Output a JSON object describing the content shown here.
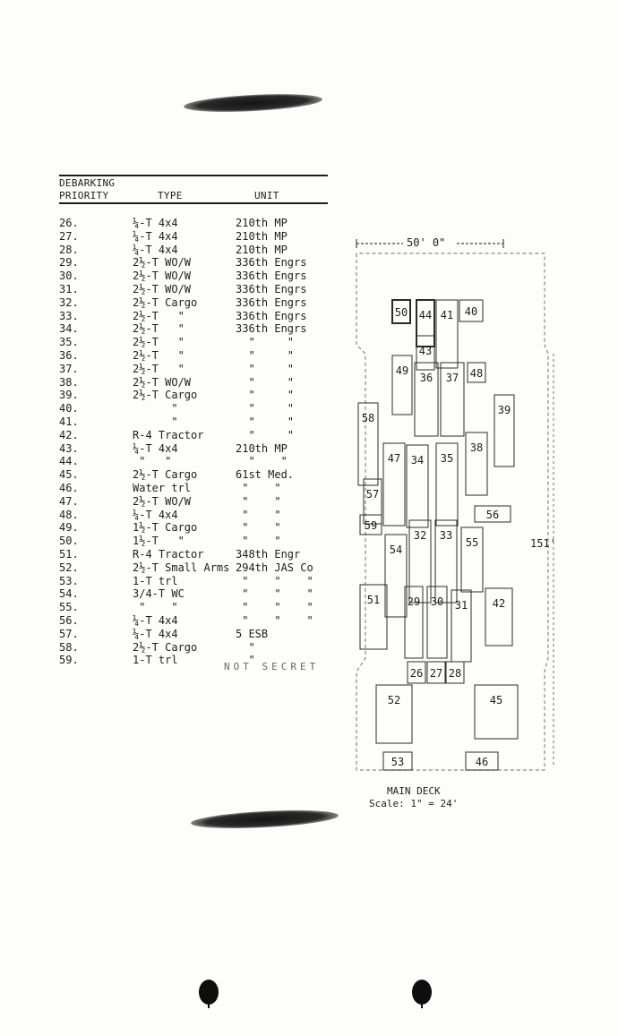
{
  "header": {
    "col1_line1": "DEBARKING",
    "col1_line2": "PRIORITY",
    "col2": "TYPE",
    "col3": "UNIT"
  },
  "rows": [
    {
      "num": "26.",
      "type": "¼-T 4x4",
      "unit": "210th MP"
    },
    {
      "num": "27.",
      "type": "¼-T 4x4",
      "unit": "210th MP"
    },
    {
      "num": "28.",
      "type": "¼-T 4x4",
      "unit": "210th MP"
    },
    {
      "num": "29.",
      "type": "2½-T WO/W",
      "unit": "336th Engrs"
    },
    {
      "num": "30.",
      "type": "2½-T WO/W",
      "unit": "336th Engrs"
    },
    {
      "num": "31.",
      "type": "2½-T WO/W",
      "unit": "336th Engrs"
    },
    {
      "num": "32.",
      "type": "2½-T Cargo",
      "unit": "336th Engrs"
    },
    {
      "num": "33.",
      "type": "2½-T   \"",
      "unit": "336th Engrs"
    },
    {
      "num": "34.",
      "type": "2½-T   \"",
      "unit": "336th Engrs"
    },
    {
      "num": "35.",
      "type": "2½-T   \"",
      "unit": "  \"     \""
    },
    {
      "num": "36.",
      "type": "2½-T   \"",
      "unit": "  \"     \""
    },
    {
      "num": "37.",
      "type": "2½-T   \"",
      "unit": "  \"     \""
    },
    {
      "num": "38.",
      "type": "2½-T WO/W",
      "unit": "  \"     \""
    },
    {
      "num": "39.",
      "type": "2½-T Cargo",
      "unit": "  \"     \""
    },
    {
      "num": "40.",
      "type": "      \"",
      "unit": "  \"     \""
    },
    {
      "num": "41.",
      "type": "      \"",
      "unit": "  \"     \""
    },
    {
      "num": "42.",
      "type": "R-4 Tractor",
      "unit": "  \"     \""
    },
    {
      "num": "43.",
      "type": "¼-T 4x4",
      "unit": "210th MP"
    },
    {
      "num": "44.",
      "type": " \"   \"",
      "unit": "  \"    \""
    },
    {
      "num": "45.",
      "type": "2½-T Cargo",
      "unit": "61st Med."
    },
    {
      "num": "46.",
      "type": "Water trl",
      "unit": " \"    \""
    },
    {
      "num": "47.",
      "type": "2½-T WO/W",
      "unit": " \"    \""
    },
    {
      "num": "48.",
      "type": "¼-T 4x4",
      "unit": " \"    \""
    },
    {
      "num": "49.",
      "type": "1½-T Cargo",
      "unit": " \"    \""
    },
    {
      "num": "50.",
      "type": "1½-T   \"",
      "unit": " \"    \""
    },
    {
      "num": "51.",
      "type": "R-4 Tractor",
      "unit": "348th Engr"
    },
    {
      "num": "52.",
      "type": "2½-T Small Arms",
      "unit": "294th JAS Co"
    },
    {
      "num": "53.",
      "type": "1-T trl",
      "unit": " \"    \"    \""
    },
    {
      "num": "54.",
      "type": "3/4-T WC",
      "unit": " \"    \"    \""
    },
    {
      "num": "55.",
      "type": " \"    \"",
      "unit": " \"    \"    \""
    },
    {
      "num": "56.",
      "type": "¼-T 4x4",
      "unit": " \"    \"    \""
    },
    {
      "num": "57.",
      "type": "¼-T 4x4",
      "unit": "5 ESB"
    },
    {
      "num": "58.",
      "type": "2½-T Cargo",
      "unit": "  \""
    },
    {
      "num": "59.",
      "type": "1-T trl",
      "unit": "  \""
    }
  ],
  "stamp": "NOT SECRET",
  "diagram": {
    "width_label": "50' 0\"",
    "length_label": "151'",
    "slots": [
      "50",
      "44",
      "41",
      "40",
      "43",
      "49",
      "36",
      "37",
      "48",
      "58",
      "39",
      "57",
      "47",
      "34",
      "35",
      "38",
      "59",
      "56",
      "54",
      "32",
      "33",
      "55",
      "51",
      "29",
      "30",
      "31",
      "42",
      "26",
      "27",
      "28",
      "52",
      "45",
      "53",
      "46"
    ]
  },
  "caption": {
    "title": "MAIN DECK",
    "scale": "Scale: 1\" = 24'"
  }
}
